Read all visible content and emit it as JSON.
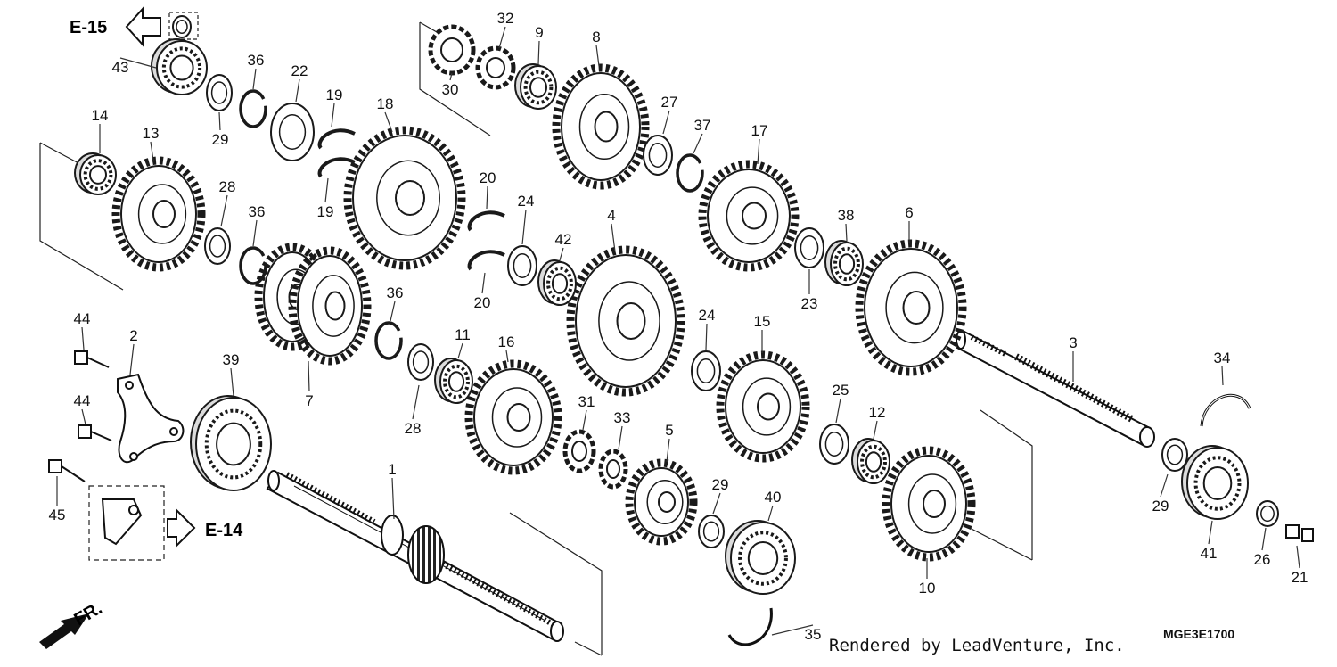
{
  "diagram": {
    "references": {
      "top_left": "E-15",
      "middle_left": "E-14",
      "front_marker": "FR."
    },
    "part_labels": {
      "p1": "1",
      "p2": "2",
      "p3": "3",
      "p4": "4",
      "p5": "5",
      "p6": "6",
      "p7": "7",
      "p8": "8",
      "p9": "9",
      "p10": "10",
      "p11": "11",
      "p12": "12",
      "p13": "13",
      "p14": "14",
      "p15": "15",
      "p16": "16",
      "p17": "17",
      "p18": "18",
      "p19a": "19",
      "p19b": "19",
      "p20a": "20",
      "p20b": "20",
      "p21": "21",
      "p22": "22",
      "p23": "23",
      "p24a": "24",
      "p24b": "24",
      "p25": "25",
      "p26": "26",
      "p27": "27",
      "p28a": "28",
      "p28b": "28",
      "p29a": "29",
      "p29b": "29",
      "p29c": "29",
      "p30": "30",
      "p31": "31",
      "p32": "32",
      "p33": "33",
      "p34": "34",
      "p35": "35",
      "p36a": "36",
      "p36b": "36",
      "p36c": "36",
      "p37": "37",
      "p38": "38",
      "p39": "39",
      "p40": "40",
      "p41": "41",
      "p42": "42",
      "p43": "43",
      "p44a": "44",
      "p44b": "44",
      "p45": "45"
    },
    "credit": "Rendered by LeadVenture, Inc.",
    "diagram_code": "MGE3E1700"
  },
  "colors": {
    "ink": "#1a1a1a",
    "part_fill": "#ffffff",
    "part_shade": "#dcdcdc",
    "leader": "#333333"
  }
}
